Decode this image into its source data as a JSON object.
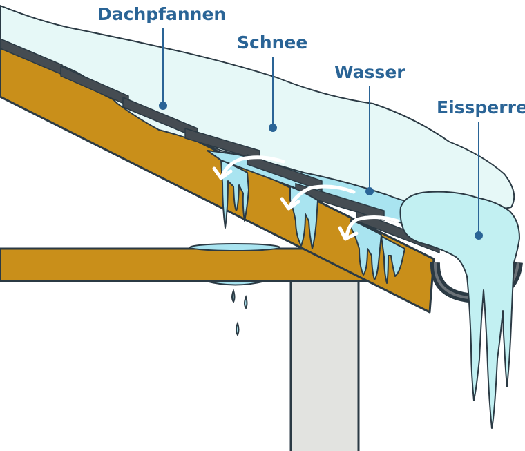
{
  "labels": {
    "roof_tiles": "Dachpfannen",
    "snow": "Schnee",
    "water": "Wasser",
    "ice_dam": "Eissperre"
  },
  "colors": {
    "label": "#2a6496",
    "wood": "#c98f1a",
    "wood_outline": "#2b3a44",
    "tile": "#454c52",
    "snow": "#e6f8f7",
    "water": "#a9e4f0",
    "ice": "#c2f0f2",
    "gutter": "#2b3a44",
    "post": "#e2e3e0",
    "outline": "#2b3a44"
  }
}
